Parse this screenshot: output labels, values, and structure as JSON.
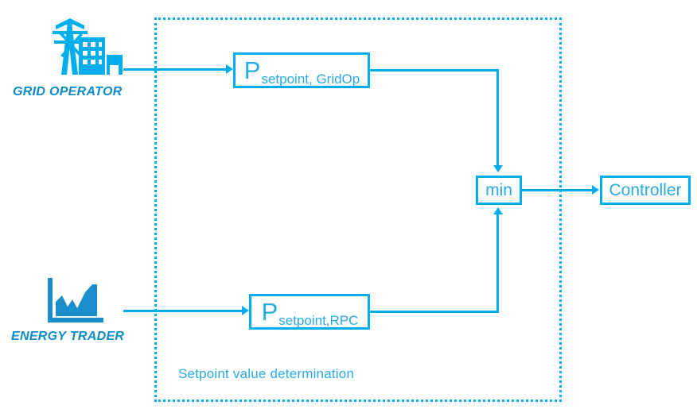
{
  "diagram": {
    "group": {
      "caption": "Setpoint value determination"
    },
    "actors": [
      {
        "id": "grid-operator",
        "label": "GRID OPERATOR",
        "icon": "transmission-tower-building-icon"
      },
      {
        "id": "energy-trader",
        "label": "ENERGY TRADER",
        "icon": "area-chart-icon"
      }
    ],
    "blocks": [
      {
        "id": "setpoint-gridop",
        "base": "P",
        "subscript": "setpoint, GridOp"
      },
      {
        "id": "setpoint-rpc",
        "base": "P",
        "subscript": "setpoint,RPC"
      },
      {
        "id": "min",
        "label": "min"
      },
      {
        "id": "controller",
        "label": "Controller"
      }
    ],
    "colors": {
      "accent": "#00AEEF",
      "text": "#29ABE2",
      "actor_label": "#0B8BC8",
      "background": "#FFFFFF"
    }
  }
}
